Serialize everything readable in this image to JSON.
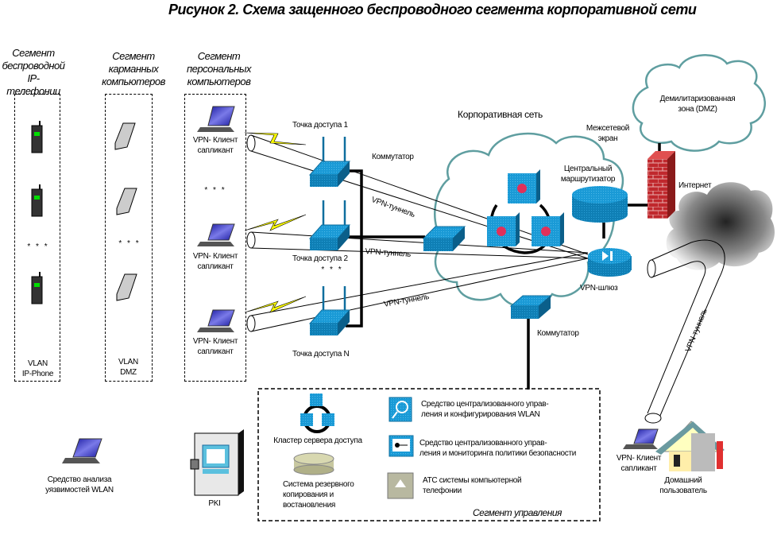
{
  "title": "Рисунок 2. Схема защенного беспроводного сегмента корпоративной сети",
  "segments": {
    "ip_phone": {
      "title": [
        "Сегмент",
        "беспроводной",
        "IP-телефонии"
      ],
      "vlan": [
        "VLAN",
        "IP-Phone"
      ]
    },
    "pda": {
      "title": [
        "Сегмент",
        "карманных",
        "компьютеров"
      ],
      "vlan": [
        "VLAN",
        "DMZ"
      ]
    },
    "pc": {
      "title": [
        "Сегмент",
        "персональных",
        "компьютеров"
      ]
    },
    "management": {
      "title": "Сегмент управления"
    }
  },
  "ellipsis": "* * *",
  "vpn_client": [
    "VPN- Клиент",
    "сапликант"
  ],
  "access_points": [
    "Точка доступа 1",
    "Точка доступа 2",
    "Точка доступа N"
  ],
  "labels": {
    "switch_top": "Коммутатор",
    "switch_bottom": "Коммутатор",
    "corporate_net": "Корпоративная сеть",
    "firewall": [
      "Межсетевой",
      "экран"
    ],
    "dmz": [
      "Демилитаризованная",
      "зона (DMZ)"
    ],
    "router": [
      "Центральный",
      "маршрутизатор"
    ],
    "internet": "Интернет",
    "vpn_gateway": "VPN-шлюз",
    "vpn_tunnel": "VPN-туннель",
    "home_user": [
      "Домашний",
      "пользователь"
    ],
    "vuln_scanner": [
      "Средство анализа",
      "уязвимостей WLAN"
    ],
    "pki": "PKI"
  },
  "management_items": {
    "access_cluster": "Кластер сервера доступа",
    "backup": [
      "Система резервного",
      "копирования и",
      "востановления"
    ],
    "wlan_mgmt": [
      "Средство централизованного управ-",
      "ления и конфигурирования WLAN"
    ],
    "sec_mgmt": [
      "Средство централизованного управ-",
      "ления и мониторинга политики безопасности"
    ],
    "pbx": [
      "АТС системы компьютерной",
      "телефонии"
    ]
  },
  "colors": {
    "device_blue": "#1a9ad6",
    "device_dark": "#0e6e9e",
    "cloud_outline": "#5f9ea0",
    "firewall_red": "#c0282d",
    "bolt_yellow": "#ffff00",
    "core_red": "#e0305a"
  }
}
